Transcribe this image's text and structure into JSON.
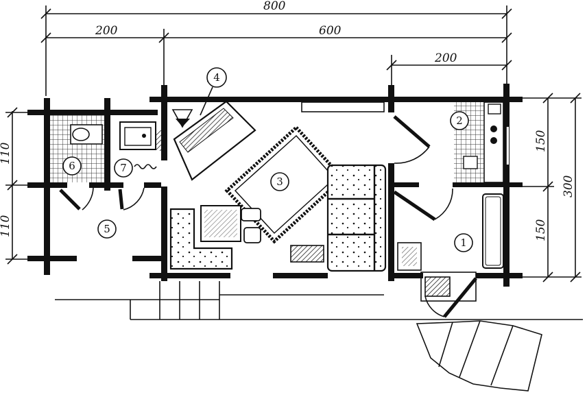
{
  "dimensions": {
    "total_width": "800",
    "left_width": "200",
    "main_width": "600",
    "right_room_width": "200",
    "left_upper_height": "110",
    "left_lower_height": "110",
    "right_upper_height": "150",
    "right_lower_height": "150",
    "total_height": "300"
  },
  "room_labels": {
    "r1": "1",
    "r2": "2",
    "r3": "3",
    "r4": "4",
    "r5": "5",
    "r6": "6",
    "r7": "7"
  }
}
